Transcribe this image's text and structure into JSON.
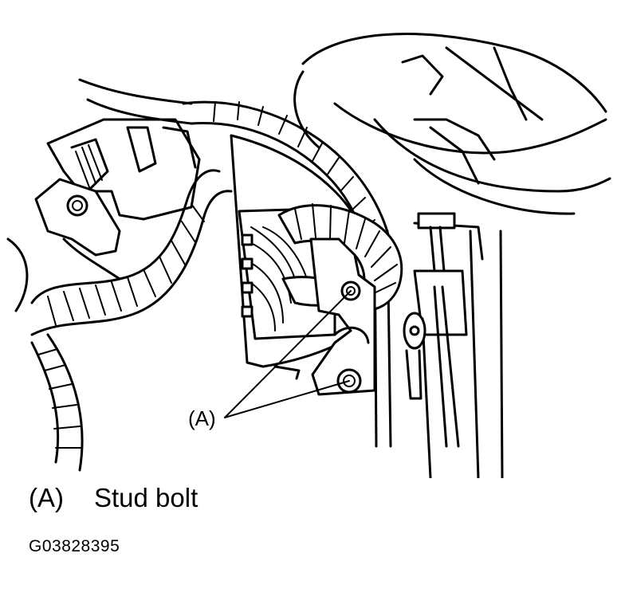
{
  "callout": {
    "label": "(A)"
  },
  "legend": {
    "key": "(A)",
    "description": "Stud bolt"
  },
  "figure_id": "G03828395",
  "icons": [
    "wiring-harness-illustration",
    "stud-bolt-icon",
    "connector-icon",
    "bracket-icon"
  ]
}
